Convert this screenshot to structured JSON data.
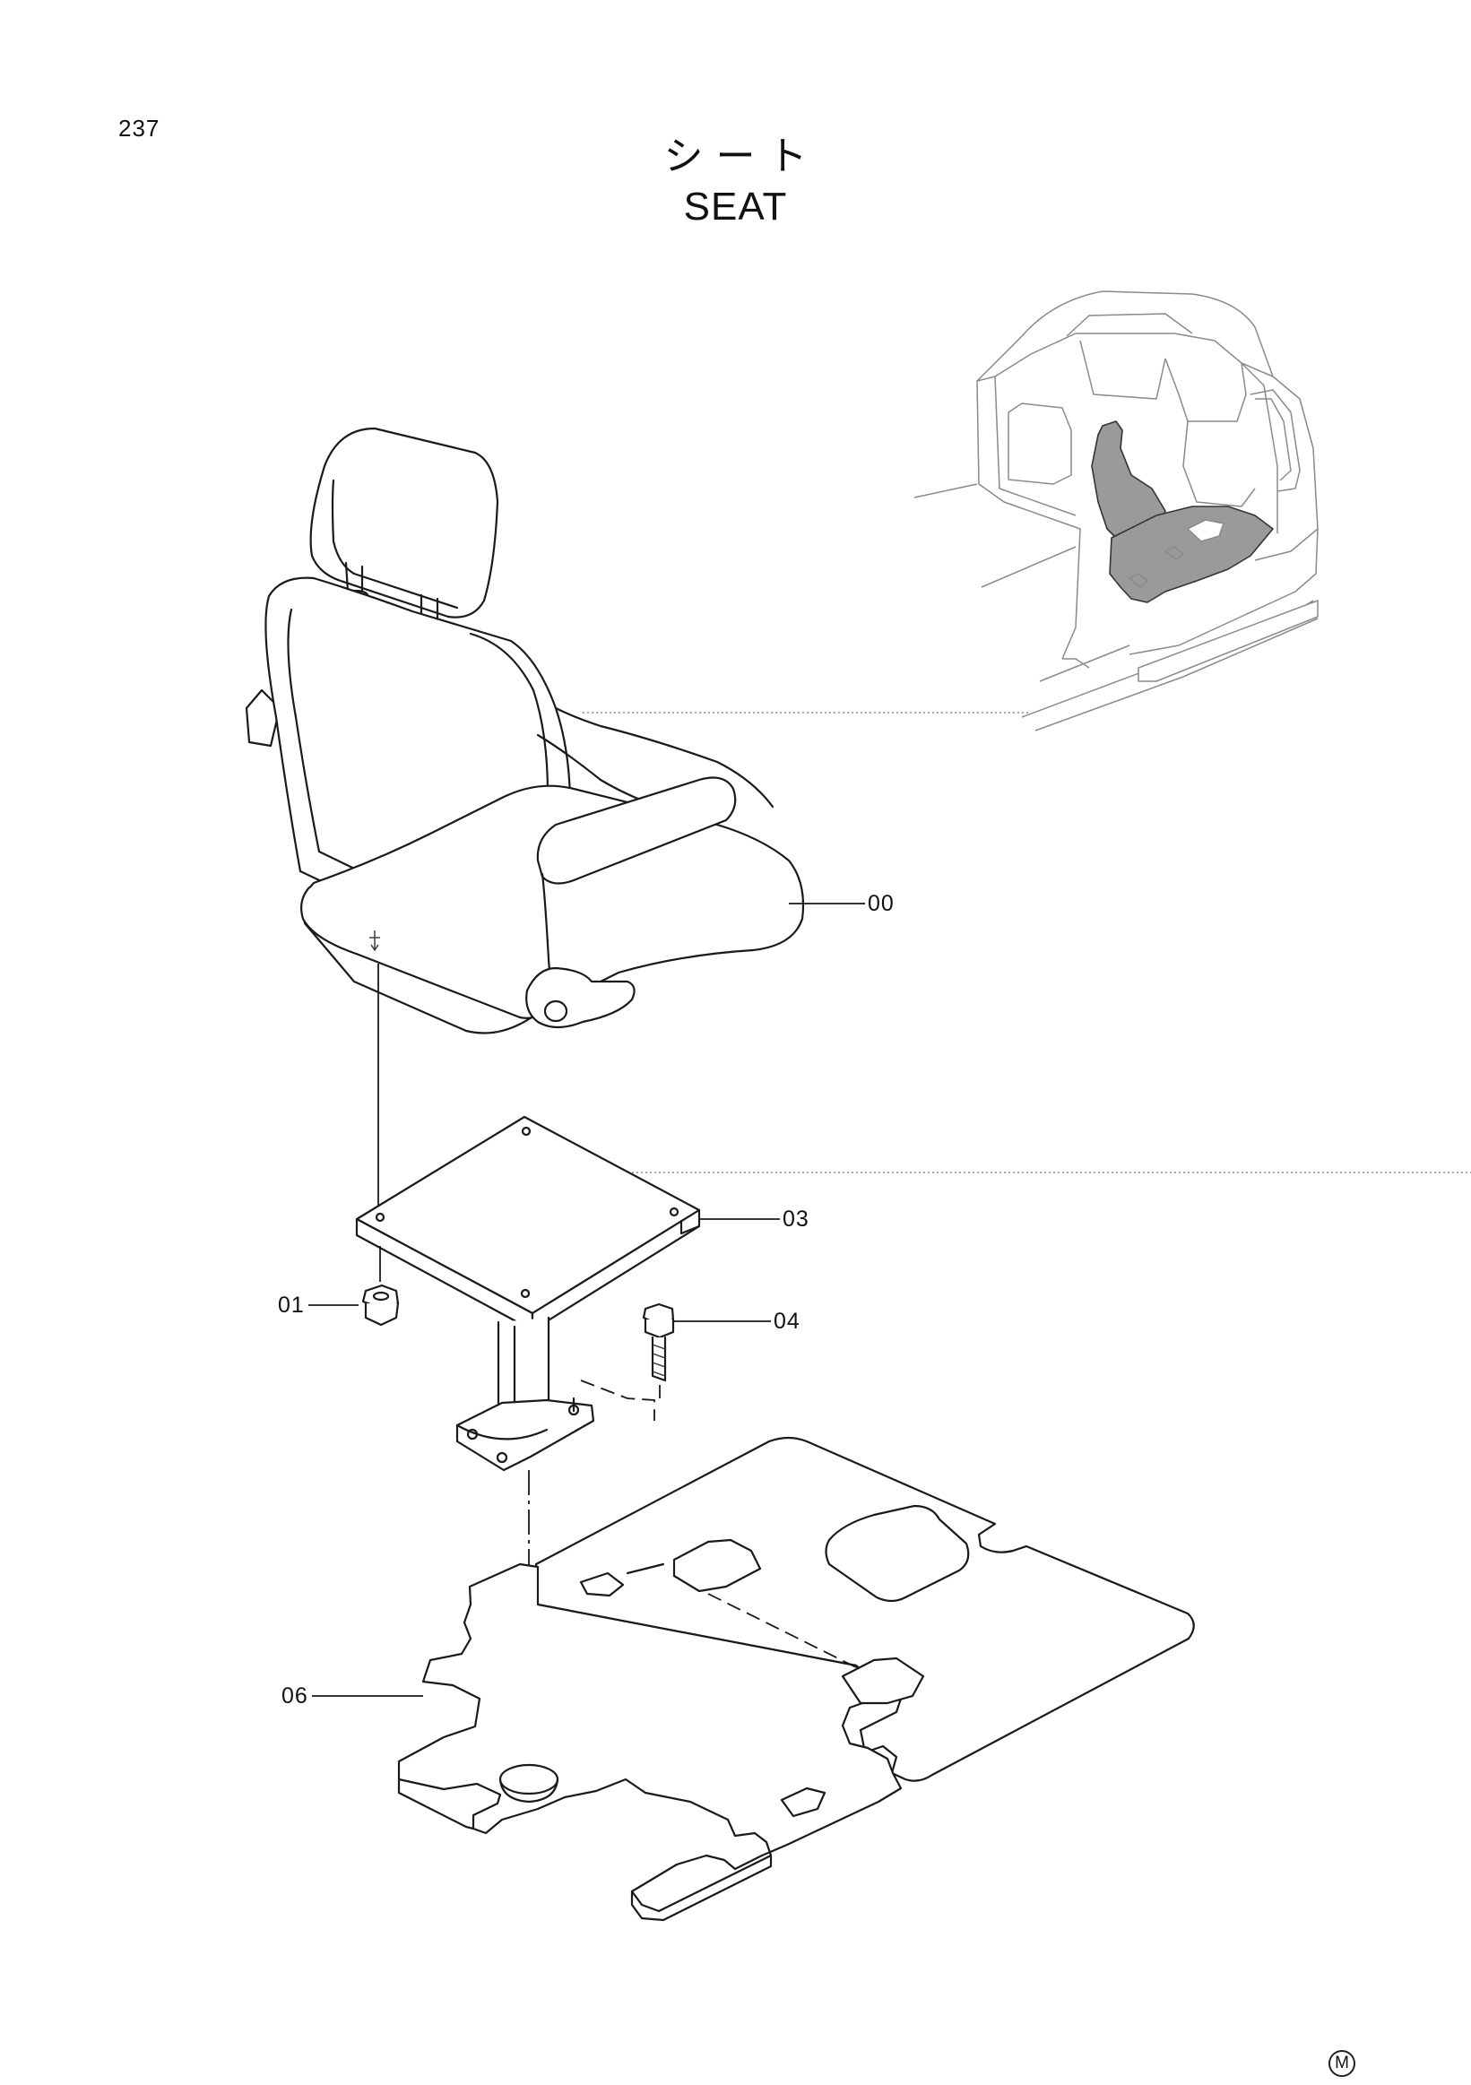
{
  "page": {
    "number": "237"
  },
  "title": {
    "japanese": "シート",
    "english": "SEAT"
  },
  "callouts": [
    {
      "id": "seat",
      "label": "00"
    },
    {
      "id": "plate",
      "label": "03"
    },
    {
      "id": "nut",
      "label": "01"
    },
    {
      "id": "bolt",
      "label": "04"
    },
    {
      "id": "floor-mat",
      "label": "06"
    }
  ],
  "maker_mark": "M",
  "icons": {
    "seat": "seat-icon",
    "seat-stand": "seat-stand-icon",
    "nut": "nut-icon",
    "bolt": "bolt-icon",
    "floor-mat": "floor-mat-icon",
    "cab": "cab-icon"
  }
}
